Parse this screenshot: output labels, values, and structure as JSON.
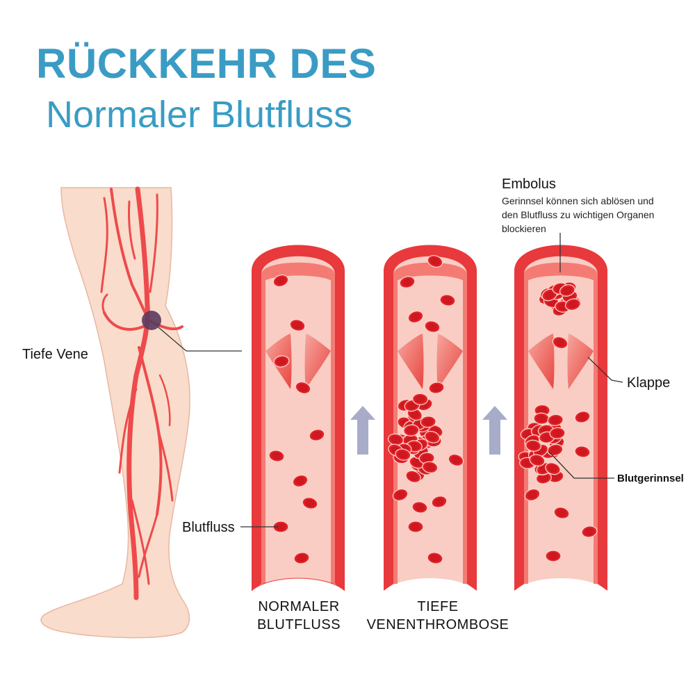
{
  "title": {
    "line1": "RÜCKKEHR DES",
    "line2": "Normaler Blutfluss"
  },
  "labels": {
    "deep_vein": "Tiefe Vene",
    "blood_flow": "Blutfluss",
    "valve": "Klappe",
    "blood_clot": "Blutgerinnsel"
  },
  "embolus": {
    "title": "Embolus",
    "description": "Gerinnsel können sich ablösen und den Blutfluss zu wichtigen Organen blockieren"
  },
  "captions": {
    "normal_line1": "NORMALER",
    "normal_line2": "BLUTFLUSS",
    "dvt_line1": "TIEFE",
    "dvt_line2": "VENENTHROMBOSE"
  },
  "colors": {
    "title": "#3a9cc4",
    "vessel_wall": "#e8393c",
    "vessel_inner": "#f9cdc3",
    "blood_cell": "#e11e26",
    "skin": "#f9dccb",
    "arrow": "#a8acc9",
    "marker": "#5a3a5e"
  },
  "icons": [
    "leg-illustration",
    "vein-tube",
    "red-blood-cell",
    "valve-flap",
    "up-arrow"
  ]
}
